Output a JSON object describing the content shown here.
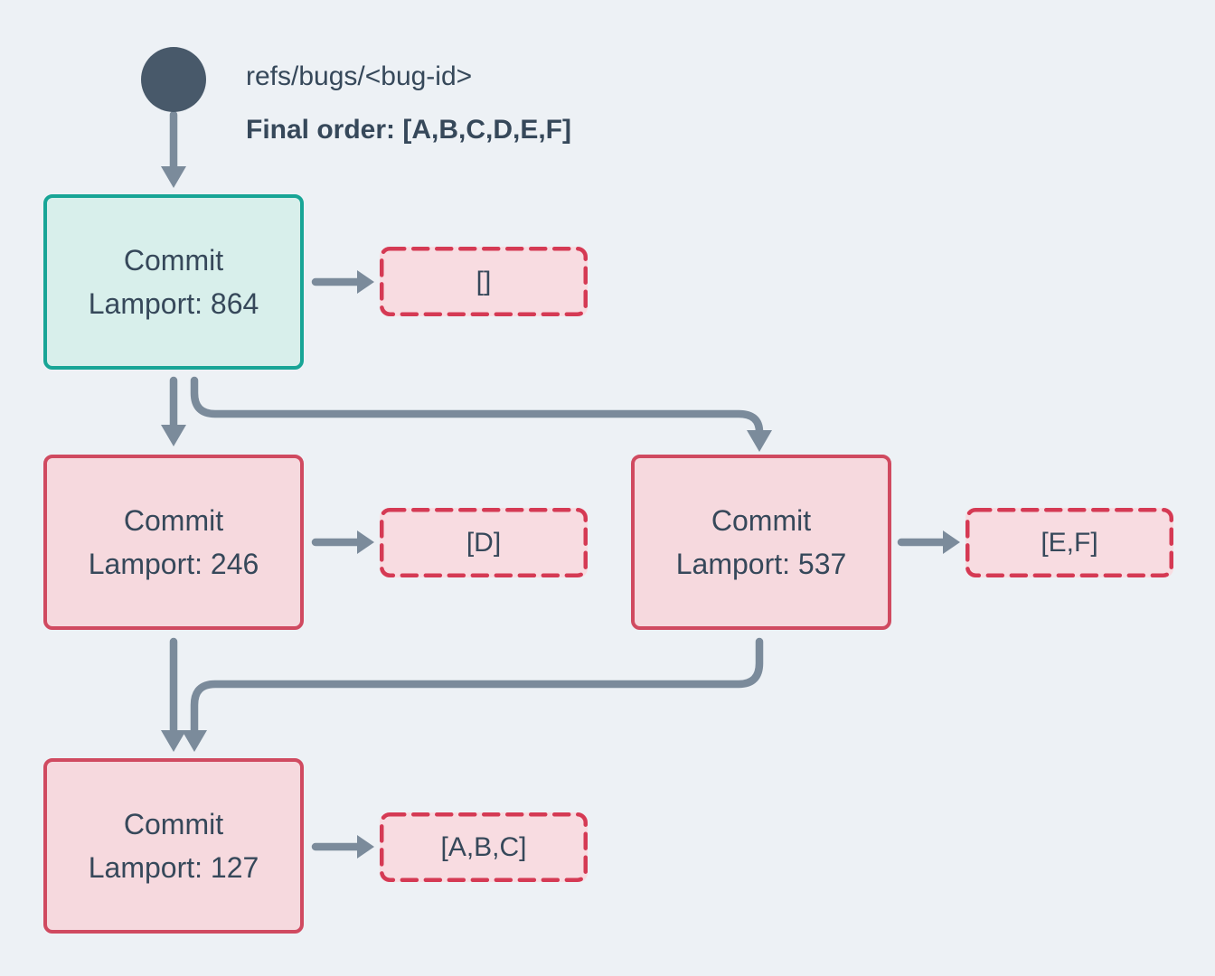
{
  "colors": {
    "background": "#edf1f5",
    "node_dark": "#48596a",
    "text_dark": "#36485a",
    "arrow": "#7b8b9b",
    "teal_border": "#18a596",
    "teal_fill": "#d8efeb",
    "red_border": "#d04a60",
    "red_dashed_border": "#d53a54",
    "pink_fill": "#f6d9de",
    "pink_dashed_fill": "#f8dce1"
  },
  "header": {
    "ref_label": "refs/bugs/<bug-id>",
    "final_order_label": "Final order: [A,B,C,D,E,F]"
  },
  "nodes": [
    {
      "id": "commit-864",
      "title": "Commit",
      "subtitle": "Lamport: 864",
      "highlighted": true
    },
    {
      "id": "commit-246",
      "title": "Commit",
      "subtitle": "Lamport: 246",
      "highlighted": false
    },
    {
      "id": "commit-537",
      "title": "Commit",
      "subtitle": "Lamport: 537",
      "highlighted": false
    },
    {
      "id": "commit-127",
      "title": "Commit",
      "subtitle": "Lamport: 127",
      "highlighted": false
    }
  ],
  "payloads": [
    {
      "id": "payload-864",
      "value": "[]"
    },
    {
      "id": "payload-246",
      "value": "[D]"
    },
    {
      "id": "payload-537",
      "value": "[E,F]"
    },
    {
      "id": "payload-127",
      "value": "[A,B,C]"
    }
  ],
  "edges": [
    {
      "from": "ref",
      "to": "commit-864"
    },
    {
      "from": "commit-864",
      "to": "payload-864"
    },
    {
      "from": "commit-864",
      "to": "commit-246"
    },
    {
      "from": "commit-864",
      "to": "commit-537"
    },
    {
      "from": "commit-246",
      "to": "payload-246"
    },
    {
      "from": "commit-537",
      "to": "payload-537"
    },
    {
      "from": "commit-246",
      "to": "commit-127"
    },
    {
      "from": "commit-537",
      "to": "commit-127"
    },
    {
      "from": "commit-127",
      "to": "payload-127"
    }
  ]
}
